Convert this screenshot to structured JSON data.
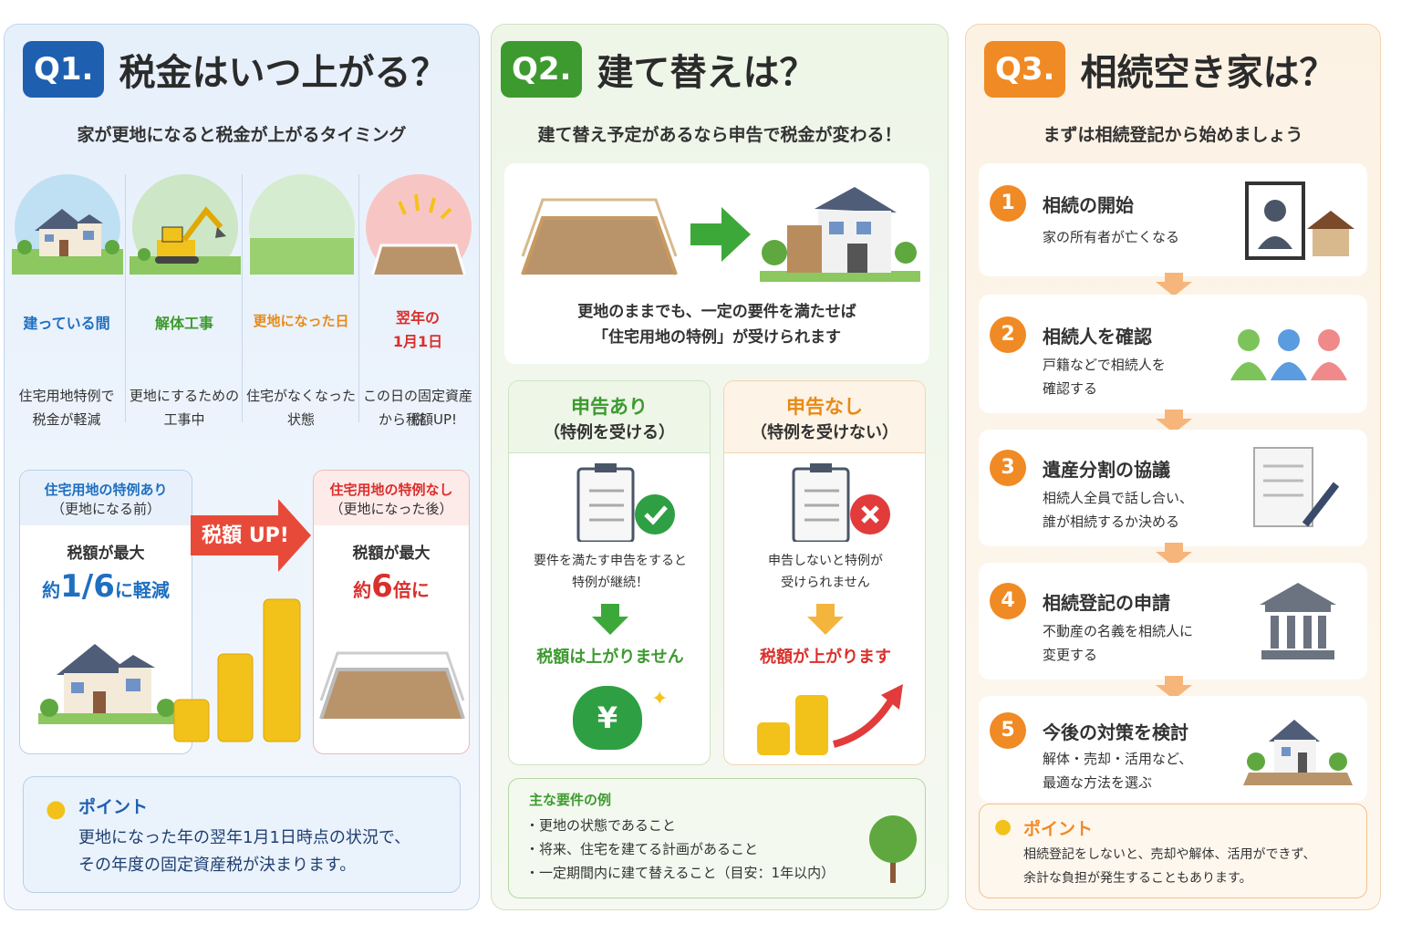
{
  "q1": {
    "badge": "Q1.",
    "title": "税金はいつ上がる？",
    "subtitle": "家が更地になると税金が上がるタイミング",
    "stages": [
      {
        "label": "建っている間",
        "desc1": "住宅用地特例で",
        "desc2": "税金が軽減",
        "color": "#1f6fc0"
      },
      {
        "label": "解体工事",
        "desc1": "更地にするための",
        "desc2": "工事中",
        "color": "#3f9a2e"
      },
      {
        "label": "更地になった日",
        "desc1": "住宅がなくなった",
        "desc2": "状態",
        "color": "#e88a16"
      },
      {
        "label1": "翌年の",
        "label2": "1月1日",
        "desc1": "この日の固定資産税",
        "desc2": "から税額UP!",
        "color": "#d9302c"
      }
    ],
    "left_box": {
      "title1": "住宅用地の特例あり",
      "title2": "（更地になる前）",
      "line1": "税額が最大",
      "pre": "約",
      "big": "1/6",
      "post": "に軽減"
    },
    "arrow": "税額 UP!",
    "right_box": {
      "title1": "住宅用地の特例なし",
      "title2": "（更地になった後）",
      "line1": "税額が最大",
      "pre": "約",
      "big": "6",
      "post": "倍に"
    },
    "point": {
      "title": "ポイント",
      "line1": "更地になった年の翌年1月1日時点の状況で、",
      "line2": "その年度の固定資産税が決まります。"
    }
  },
  "q2": {
    "badge": "Q2.",
    "title": "建て替えは？",
    "subtitle": "建て替え予定があるなら申告で税金が変わる！",
    "top_text1": "更地のままでも、一定の要件を満たせば",
    "top_text2": "「住宅用地の特例」が受けられます",
    "yes": {
      "title": "申告あり",
      "sub": "（特例を受ける）",
      "desc1": "要件を満たす申告をすると",
      "desc2": "特例が継続！",
      "result": "税額は上がりません"
    },
    "no": {
      "title": "申告なし",
      "sub": "（特例を受けない）",
      "desc1": "申告しないと特例が",
      "desc2": "受けられません",
      "result": "税額が上がります"
    },
    "yen": "¥",
    "req": {
      "title": "主な要件の例",
      "items": [
        "・更地の状態であること",
        "・将来、住宅を建てる計画があること",
        "・一定期間内に建て替えること（目安：1年以内）"
      ]
    }
  },
  "q3": {
    "badge": "Q3.",
    "title": "相続空き家は？",
    "subtitle": "まずは相続登記から始めましょう",
    "steps": [
      {
        "num": "1",
        "title": "相続の開始",
        "d1": "家の所有者が亡くなる",
        "d2": ""
      },
      {
        "num": "2",
        "title": "相続人を確認",
        "d1": "戸籍などで相続人を",
        "d2": "確認する"
      },
      {
        "num": "3",
        "title": "遺産分割の協議",
        "d1": "相続人全員で話し合い、",
        "d2": "誰が相続するか決める"
      },
      {
        "num": "4",
        "title": "相続登記の申請",
        "d1": "不動産の名義を相続人に",
        "d2": "変更する"
      },
      {
        "num": "5",
        "title": "今後の対策を検討",
        "d1": "解体・売却・活用など、",
        "d2": "最適な方法を選ぶ"
      }
    ],
    "point": {
      "title": "ポイント",
      "line1": "相続登記をしないと、売却や解体、活用ができず、",
      "line2": "余計な負担が発生することもあります。"
    }
  }
}
